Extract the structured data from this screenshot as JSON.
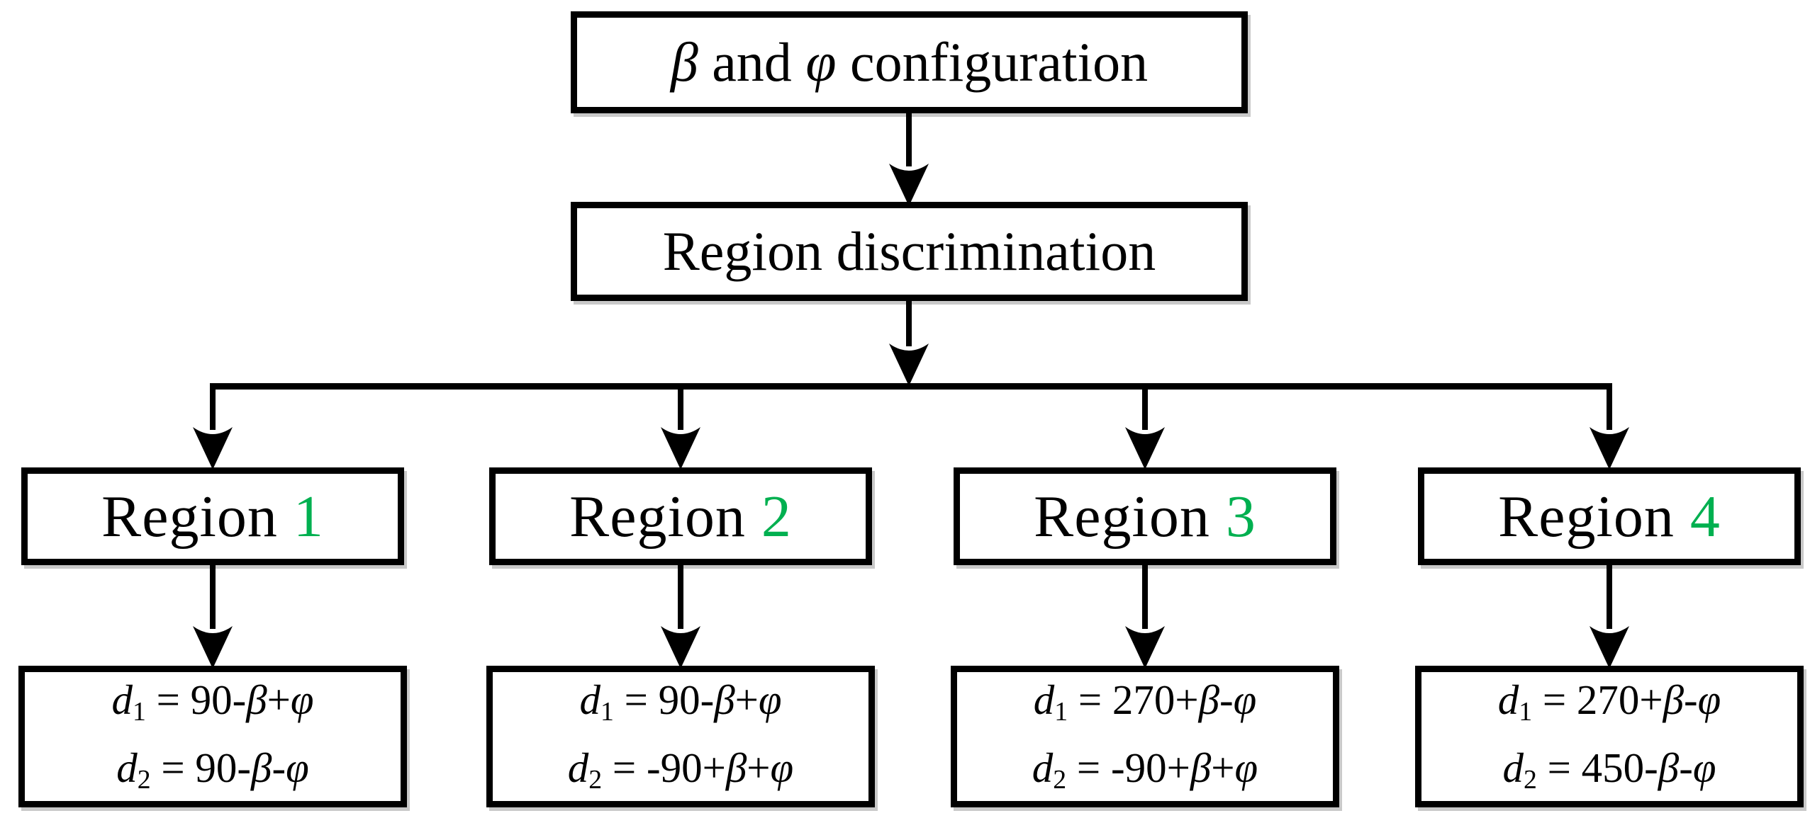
{
  "background": "#ffffff",
  "colors": {
    "line": "#000000",
    "text": "#000000",
    "region_number_green": "#00b050"
  },
  "nodes": {
    "config": {
      "text": "β and φ configuration",
      "rich": [
        {
          "t": "β",
          "s": "it"
        },
        {
          "t": " and "
        },
        {
          "t": "φ",
          "s": "it"
        },
        {
          "t": " configuration"
        }
      ]
    },
    "discrimination": {
      "text": "Region discrimination",
      "rich": [
        {
          "t": "Region discrimination"
        }
      ]
    }
  },
  "regions": [
    {
      "text": "Region 1",
      "label": [
        {
          "t": "Region "
        },
        {
          "t": "1",
          "s": "green"
        }
      ],
      "formula1_text": "d1 = 90-β+φ",
      "formula1": [
        {
          "t": "d",
          "s": "it"
        },
        {
          "t": "1",
          "s": "sub"
        },
        {
          "t": " = 90-"
        },
        {
          "t": "β",
          "s": "it"
        },
        {
          "t": "+"
        },
        {
          "t": "φ",
          "s": "it"
        }
      ],
      "formula2_text": "d2 = 90-β-φ",
      "formula2": [
        {
          "t": "d",
          "s": "it"
        },
        {
          "t": "2",
          "s": "sub"
        },
        {
          "t": " = 90-"
        },
        {
          "t": "β",
          "s": "it"
        },
        {
          "t": "-"
        },
        {
          "t": "φ",
          "s": "it"
        }
      ]
    },
    {
      "text": "Region 2",
      "label": [
        {
          "t": "Region "
        },
        {
          "t": "2",
          "s": "green"
        }
      ],
      "formula1_text": "d1 = 90-β+φ",
      "formula1": [
        {
          "t": "d",
          "s": "it"
        },
        {
          "t": "1",
          "s": "sub"
        },
        {
          "t": " = 90-"
        },
        {
          "t": "β",
          "s": "it"
        },
        {
          "t": "+"
        },
        {
          "t": "φ",
          "s": "it"
        }
      ],
      "formula2_text": "d2 = -90+β+φ",
      "formula2": [
        {
          "t": "d",
          "s": "it"
        },
        {
          "t": "2",
          "s": "sub"
        },
        {
          "t": " = -90+"
        },
        {
          "t": "β",
          "s": "it"
        },
        {
          "t": "+"
        },
        {
          "t": "φ",
          "s": "it"
        }
      ]
    },
    {
      "text": "Region 3",
      "label": [
        {
          "t": "Region "
        },
        {
          "t": "3",
          "s": "green"
        }
      ],
      "formula1_text": "d1 = 270+β-φ",
      "formula1": [
        {
          "t": "d",
          "s": "it"
        },
        {
          "t": "1",
          "s": "sub"
        },
        {
          "t": " = 270+"
        },
        {
          "t": "β",
          "s": "it"
        },
        {
          "t": "-"
        },
        {
          "t": "φ",
          "s": "it"
        }
      ],
      "formula2_text": "d2 = -90+β+φ",
      "formula2": [
        {
          "t": "d",
          "s": "it"
        },
        {
          "t": "2",
          "s": "sub"
        },
        {
          "t": " = -90+"
        },
        {
          "t": "β",
          "s": "it"
        },
        {
          "t": "+"
        },
        {
          "t": "φ",
          "s": "it"
        }
      ]
    },
    {
      "text": "Region 4",
      "label": [
        {
          "t": "Region "
        },
        {
          "t": "4",
          "s": "green"
        }
      ],
      "formula1_text": "d1 = 270+β-φ",
      "formula1": [
        {
          "t": "d",
          "s": "it"
        },
        {
          "t": "1",
          "s": "sub"
        },
        {
          "t": " = 270+"
        },
        {
          "t": "β",
          "s": "it"
        },
        {
          "t": "-"
        },
        {
          "t": "φ",
          "s": "it"
        }
      ],
      "formula2_text": "d2 = 450-β-φ",
      "formula2": [
        {
          "t": "d",
          "s": "it"
        },
        {
          "t": "2",
          "s": "sub"
        },
        {
          "t": " = 450-"
        },
        {
          "t": "β",
          "s": "it"
        },
        {
          "t": "-"
        },
        {
          "t": "φ",
          "s": "it"
        }
      ]
    }
  ]
}
